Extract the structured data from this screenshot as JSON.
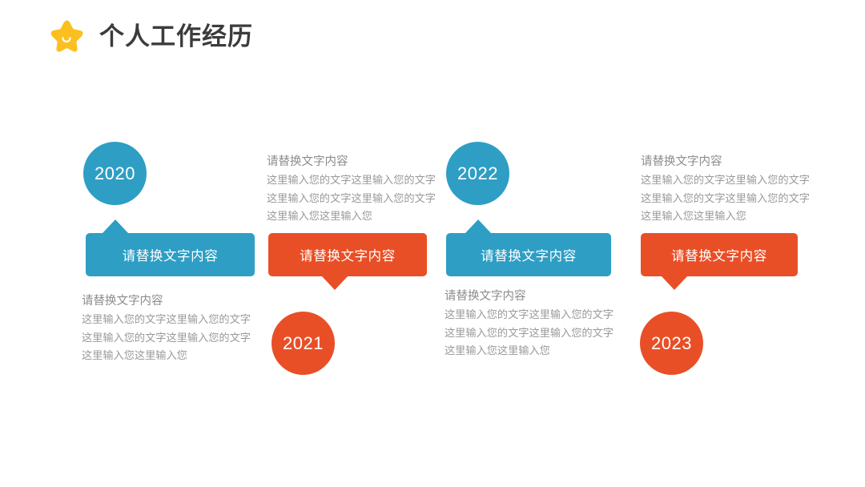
{
  "header": {
    "title": "个人工作经历",
    "icon": "star-icon",
    "icon_color": "#fbbf1f",
    "title_color": "#3c3c3c"
  },
  "theme": {
    "blue": "#2e9ec4",
    "red": "#e94f26",
    "text_gray": "#8c8c8c",
    "background": "#ffffff"
  },
  "timeline": {
    "items": [
      {
        "year": "2020",
        "color": "blue",
        "position": "above",
        "bar_label": "请替换文字内容",
        "text_heading": "请替换文字内容",
        "text_body": "这里输入您的文字这里输入您的文字这里输入您的文字这里输入您的文字这里输入您这里输入您"
      },
      {
        "year": "2021",
        "color": "red",
        "position": "below",
        "bar_label": "请替换文字内容",
        "text_heading": "请替换文字内容",
        "text_body": "这里输入您的文字这里输入您的文字这里输入您的文字这里输入您的文字这里输入您这里输入您"
      },
      {
        "year": "2022",
        "color": "blue",
        "position": "above",
        "bar_label": "请替换文字内容",
        "text_heading": "请替换文字内容",
        "text_body": "这里输入您的文字这里输入您的文字这里输入您的文字这里输入您的文字这里输入您这里输入您"
      },
      {
        "year": "2023",
        "color": "red",
        "position": "below",
        "bar_label": "请替换文字内容",
        "text_heading": "请替换文字内容",
        "text_body": "这里输入您的文字这里输入您的文字这里输入您的文字这里输入您的文字这里输入您这里输入您"
      }
    ]
  }
}
